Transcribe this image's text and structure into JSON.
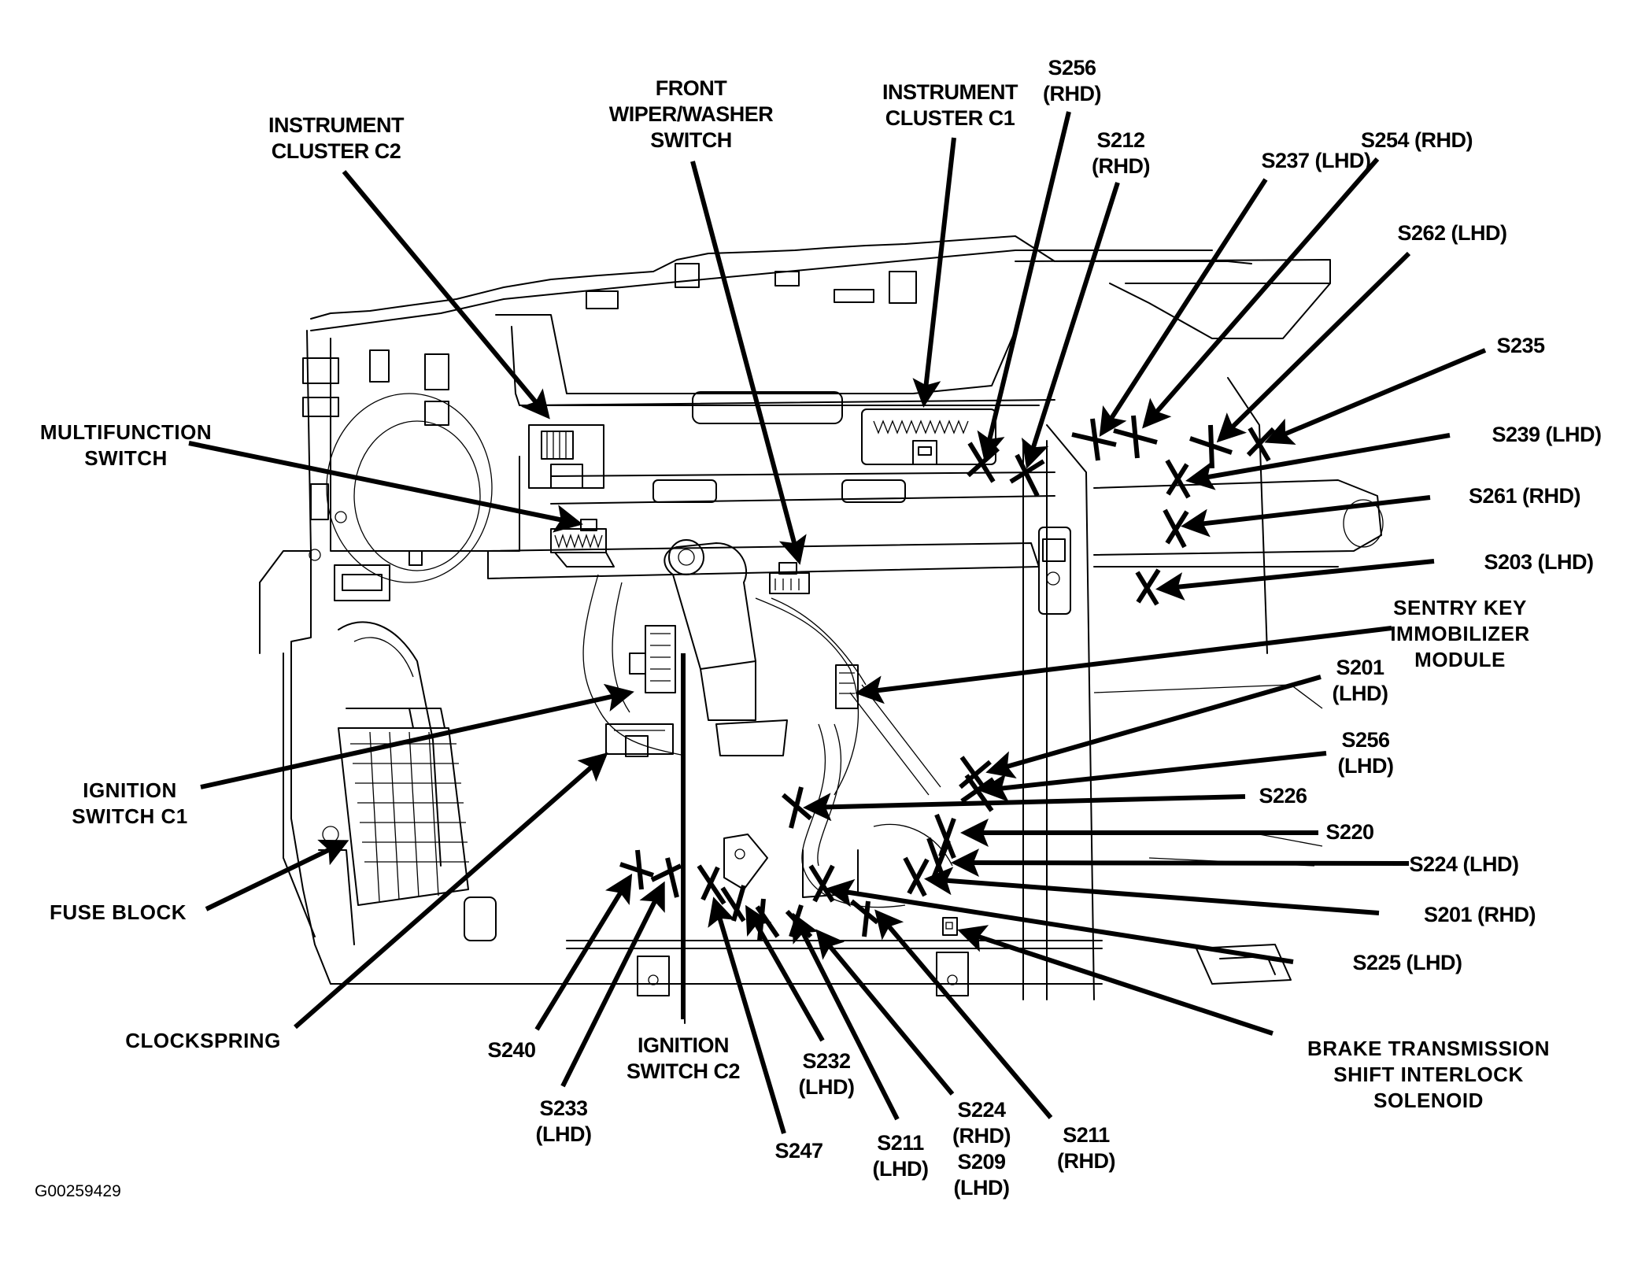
{
  "figure": {
    "id": "G00259429",
    "subject": "Instrument panel wiring splice and component locations",
    "colors": {
      "ink": "#000000",
      "background": "#ffffff"
    }
  },
  "components": [
    {
      "key": "instrument_cluster_c2",
      "lines": [
        "INSTRUMENT",
        "CLUSTER C2"
      ]
    },
    {
      "key": "front_wiper_washer_switch",
      "lines": [
        "FRONT",
        "WIPER/WASHER",
        "SWITCH"
      ]
    },
    {
      "key": "instrument_cluster_c1",
      "lines": [
        "INSTRUMENT",
        "CLUSTER C1"
      ]
    },
    {
      "key": "multifunction_switch",
      "lines": [
        "MULTIFUNCTION",
        "SWITCH"
      ]
    },
    {
      "key": "ignition_switch_c1",
      "lines": [
        "IGNITION",
        "SWITCH C1"
      ]
    },
    {
      "key": "fuse_block",
      "lines": [
        "FUSE BLOCK"
      ]
    },
    {
      "key": "clockspring",
      "lines": [
        "CLOCKSPRING"
      ]
    },
    {
      "key": "ignition_switch_c2",
      "lines": [
        "IGNITION",
        "SWITCH C2"
      ]
    },
    {
      "key": "sentry_key_immobilizer_module",
      "lines": [
        "SENTRY KEY",
        "IMMOBILIZER",
        "MODULE"
      ]
    },
    {
      "key": "brake_transmission_shift_interlock_solenoid",
      "lines": [
        "BRAKE TRANSMISSION",
        "SHIFT INTERLOCK",
        "SOLENOID"
      ]
    }
  ],
  "splices": [
    {
      "key": "s256_rhd",
      "lines": [
        "S256",
        "(RHD)"
      ]
    },
    {
      "key": "s212_rhd",
      "lines": [
        "S212",
        "(RHD)"
      ]
    },
    {
      "key": "s237_lhd",
      "lines": [
        "S237 (LHD)"
      ]
    },
    {
      "key": "s254_rhd",
      "lines": [
        "S254 (RHD)"
      ]
    },
    {
      "key": "s262_lhd",
      "lines": [
        "S262 (LHD)"
      ]
    },
    {
      "key": "s235",
      "lines": [
        "S235"
      ]
    },
    {
      "key": "s239_lhd",
      "lines": [
        "S239 (LHD)"
      ]
    },
    {
      "key": "s261_rhd",
      "lines": [
        "S261 (RHD)"
      ]
    },
    {
      "key": "s203_lhd",
      "lines": [
        "S203 (LHD)"
      ]
    },
    {
      "key": "s201_lhd",
      "lines": [
        "S201",
        "(LHD)"
      ]
    },
    {
      "key": "s256_lhd",
      "lines": [
        "S256",
        "(LHD)"
      ]
    },
    {
      "key": "s226",
      "lines": [
        "S226"
      ]
    },
    {
      "key": "s220",
      "lines": [
        "S220"
      ]
    },
    {
      "key": "s224_lhd",
      "lines": [
        "S224 (LHD)"
      ]
    },
    {
      "key": "s201_rhd",
      "lines": [
        "S201 (RHD)"
      ]
    },
    {
      "key": "s225_lhd",
      "lines": [
        "S225 (LHD)"
      ]
    },
    {
      "key": "s240",
      "lines": [
        "S240"
      ]
    },
    {
      "key": "s233_lhd",
      "lines": [
        "S233",
        "(LHD)"
      ]
    },
    {
      "key": "s247",
      "lines": [
        "S247"
      ]
    },
    {
      "key": "s232_lhd",
      "lines": [
        "S232",
        "(LHD)"
      ]
    },
    {
      "key": "s211_lhd",
      "lines": [
        "S211",
        "(LHD)"
      ]
    },
    {
      "key": "s224_rhd_s209_lhd",
      "lines": [
        "S224",
        "(RHD)",
        "S209",
        "(LHD)"
      ]
    },
    {
      "key": "s211_rhd",
      "lines": [
        "S211",
        "(RHD)"
      ]
    }
  ]
}
